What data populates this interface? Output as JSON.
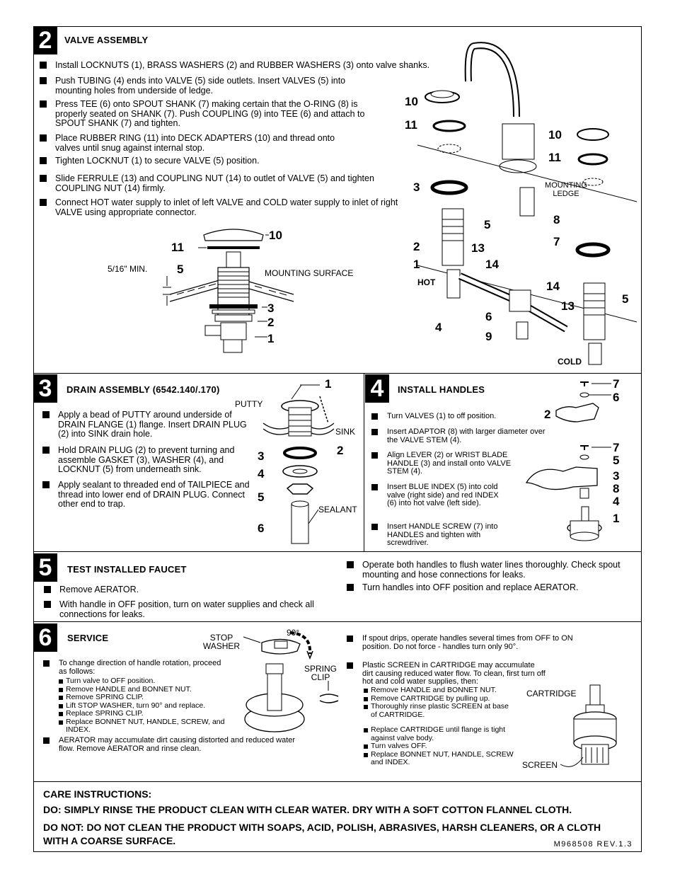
{
  "s2": {
    "num": "2",
    "title": "VALVE ASSEMBLY",
    "bullets": [
      "Install LOCKNUTS (1), BRASS WASHERS (2) and RUBBER WASHERS (3) onto valve shanks.",
      "Push TUBING (4) ends into VALVE (5) side outlets. Insert VALVES (5) into mounting holes from underside of ledge.",
      "Press TEE (6) onto SPOUT SHANK (7) making certain that the O-RING (8) is properly seated on SHANK (7). Push COUPLING (9) into TEE (6) and attach to SPOUT SHANK (7) and tighten.",
      "Place RUBBER RING (11) into DECK ADAPTERS (10) and thread onto valves until snug against internal stop.",
      "Tighten LOCKNUT (1) to secure VALVE (5) position.",
      "Slide FERRULE (13) and COUPLING NUT (14) to outlet of VALVE (5) and tighten COUPLING NUT (14) firmly.",
      "Connect HOT water supply to inlet of left VALVE and COLD water supply to inlet of right VALVE using appropriate connector."
    ],
    "diagram": {
      "min": "5/16\" MIN.",
      "mounting_surface": "MOUNTING SURFACE",
      "mounting_ledge": "MOUNTING LEDGE",
      "hot": "HOT",
      "cold": "COLD",
      "n1": "1",
      "n2": "2",
      "n3": "3",
      "n4": "4",
      "n5": "5",
      "n6": "6",
      "n7": "7",
      "n8": "8",
      "n9": "9",
      "n10": "10",
      "n11": "11",
      "n13": "13",
      "n14": "14"
    }
  },
  "s3": {
    "num": "3",
    "title": "DRAIN ASSEMBLY (6542.140/.170)",
    "bullets": [
      "Apply a bead of PUTTY around underside of DRAIN FLANGE (1) flange. Insert DRAIN PLUG (2) into SINK drain hole.",
      "Hold DRAIN PLUG (2) to prevent turning and assemble GASKET (3), WASHER (4), and LOCKNUT (5) from underneath sink.",
      "Apply sealant to threaded end of TAILPIECE and thread into lower end of DRAIN PLUG. Connect other end to trap."
    ],
    "labels": {
      "putty": "PUTTY",
      "sink": "SINK",
      "sealant": "SEALANT"
    }
  },
  "s4": {
    "num": "4",
    "title": "INSTALL HANDLES",
    "bullets": [
      "Turn VALVES (1) to off position.",
      "Insert ADAPTOR (8) with larger diameter over the VALVE STEM (4).",
      "Align LEVER (2) or WRIST BLADE HANDLE (3) and install onto VALVE STEM (4).",
      "Insert BLUE INDEX (5) into cold valve (right side) and red INDEX (6) into hot valve (left side).",
      "Insert HANDLE SCREW (7) into HANDLES and tighten with screwdriver."
    ]
  },
  "s5": {
    "num": "5",
    "title": "TEST INSTALLED FAUCET",
    "left": [
      "Remove AERATOR.",
      "With handle in OFF position, turn on water supplies and check all connections for leaks."
    ],
    "right": [
      "Operate both handles to flush water lines thoroughly. Check spout mounting and hose connections for leaks.",
      "Turn handles into OFF position and replace AERATOR."
    ]
  },
  "s6": {
    "num": "6",
    "title": "SERVICE",
    "rotation_intro": "To change direction of handle rotation, proceed as follows:",
    "rotation_steps": [
      "Turn valve to OFF position.",
      "Remove HANDLE and BONNET NUT.",
      "Remove SPRING CLIP.",
      "Lift STOP WASHER, turn 90° and replace.",
      "Replace SPRING CLIP.",
      "Replace BONNET NUT, HANDLE, SCREW, and INDEX."
    ],
    "aerator": "AERATOR may accumulate dirt causing distorted and reduced water flow. Remove AERATOR and rinse clean.",
    "labels": {
      "stop_washer": "STOP WASHER",
      "deg": "90°",
      "spring_clip": "SPRING CLIP",
      "cartridge": "CARTRIDGE",
      "screen": "SCREEN"
    },
    "drip": "If spout drips, operate handles several times from OFF to ON position. Do not force - handles turn only 90°.",
    "screen_intro": "Plastic SCREEN in CARTRIDGE may accumulate dirt causing reduced water flow. To clean, first turn off hot and cold water supplies, then:",
    "screen_steps": [
      "Remove HANDLE and BONNET NUT.",
      "Remove CARTRIDGE by pulling up.",
      "Thoroughly rinse plastic SCREEN at base of CARTRIDGE."
    ],
    "screen_steps2": [
      "Replace CARTRIDGE until flange is tight against valve body.",
      "Turn valves OFF.",
      "Replace BONNET NUT, HANDLE, SCREW and INDEX."
    ]
  },
  "care": {
    "heading": "CARE INSTRUCTIONS:",
    "do": "DO: SIMPLY RINSE THE PRODUCT CLEAN WITH  CLEAR WATER. DRY WITH A SOFT COTTON FLANNEL CLOTH.",
    "dont": "DO NOT: DO NOT CLEAN THE PRODUCT WITH SOAPS, ACID, POLISH, ABRASIVES, HARSH CLEANERS, OR A CLOTH WITH A COARSE SURFACE.",
    "code": "M968508 REV.1.3"
  }
}
